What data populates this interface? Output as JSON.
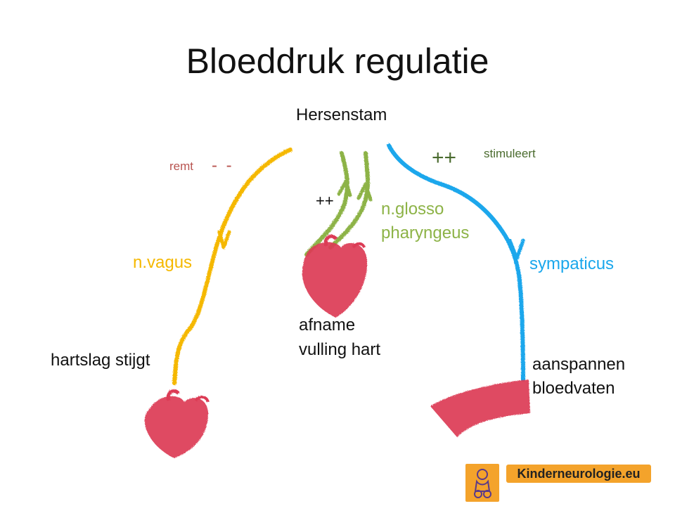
{
  "title": "Bloeddruk regulatie",
  "labels": {
    "brainstem": "Hersenstam",
    "inhibits": "remt",
    "minus": "- -",
    "plus_center": "++",
    "plus_right": "++",
    "stimulates": "stimuleert",
    "vagus": "n.vagus",
    "glosso_line1": "n.glosso",
    "glosso_line2": "pharyngeus",
    "sympathicus": "sympaticus",
    "heart_rate": "hartslag stijgt",
    "filling_line1": "afname",
    "filling_line2": "vulling hart",
    "vessels_line1": "aanspannen",
    "vessels_line2": "bloedvaten"
  },
  "brand": {
    "name": "Kinderneurologie.eu"
  },
  "colors": {
    "vagus": "#f5b800",
    "glosso": "#8db347",
    "sympathicus": "#1aa7ec",
    "heart": "#dc3a54",
    "inhibit_text": "#b85450",
    "stimulate_text": "#4a6b2e",
    "brand_bg": "#f4a32b"
  }
}
